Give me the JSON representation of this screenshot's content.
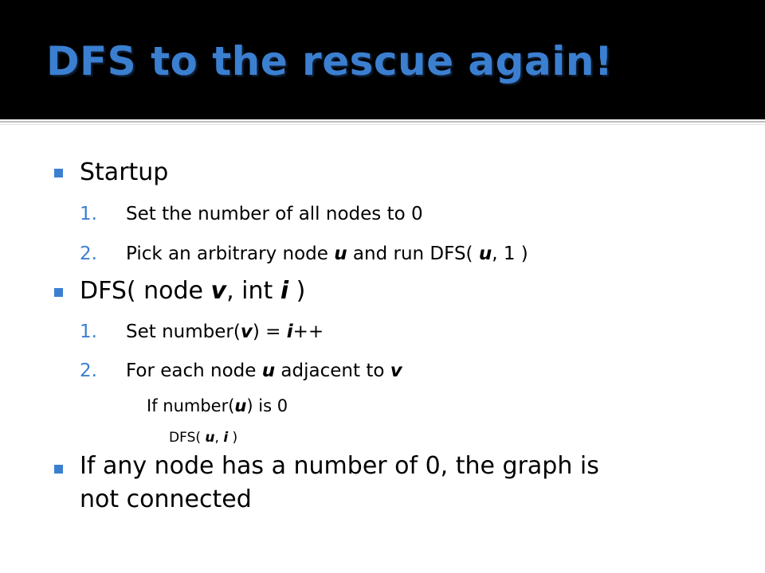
{
  "title": "DFS to the rescue again!",
  "colors": {
    "title_bar": "#000000",
    "title_text": "#3b7fd1",
    "accent": "#3b7fd1"
  },
  "bullet_icon": "square-bullet-icon",
  "items": {
    "startup": {
      "label": "Startup"
    },
    "startup_step1": {
      "num": "1.",
      "text": "Set the number of all nodes to 0"
    },
    "startup_step2": {
      "num": "2.",
      "pre": "Pick an arbitrary node ",
      "var": "u",
      "mid": " and run DFS( ",
      "var2": "u",
      "post": ", 1 )"
    },
    "dfs_sig": {
      "pre": "DFS( node ",
      "var": "v",
      "mid": ", int ",
      "var2": "i",
      "post": " )"
    },
    "dfs_step1": {
      "num": "1.",
      "pre": "Set number(",
      "var": "v",
      "mid": ") = ",
      "var2": "i",
      "post": "++"
    },
    "dfs_step2": {
      "num": "2.",
      "pre": "For each node ",
      "var": "u",
      "mid": " adjacent to ",
      "var2": "v"
    },
    "dfs_if": {
      "pre": "If number(",
      "var": "u",
      "post": ") is 0"
    },
    "dfs_call": {
      "pre": "DFS( ",
      "var": "u",
      "mid": ", ",
      "var2": "i",
      "post": " )"
    },
    "conclusion": {
      "line1": "If any node has a number of 0, the graph is",
      "line2": "not connected"
    }
  }
}
